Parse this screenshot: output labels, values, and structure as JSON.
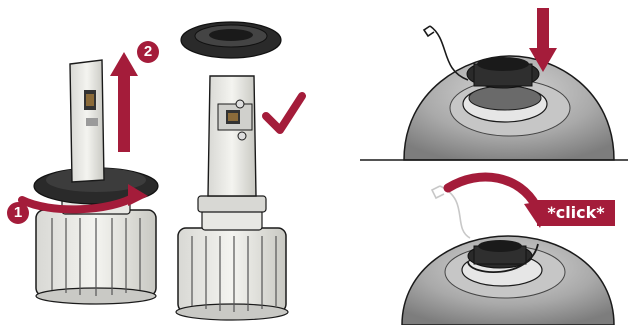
{
  "steps": [
    {
      "number": "1",
      "action": "twist"
    },
    {
      "number": "2",
      "action": "pull-up"
    }
  ],
  "click_label": "*click*",
  "colors": {
    "accent": "#a41c3a",
    "line": "#1a1a1a",
    "housing": "#8a8a8a",
    "background": "#ffffff"
  },
  "icons": {
    "arrow_up": "arrow-up-icon",
    "arrow_down": "arrow-down-icon",
    "check": "checkmark-icon",
    "twist": "curved-arrow-icon"
  }
}
